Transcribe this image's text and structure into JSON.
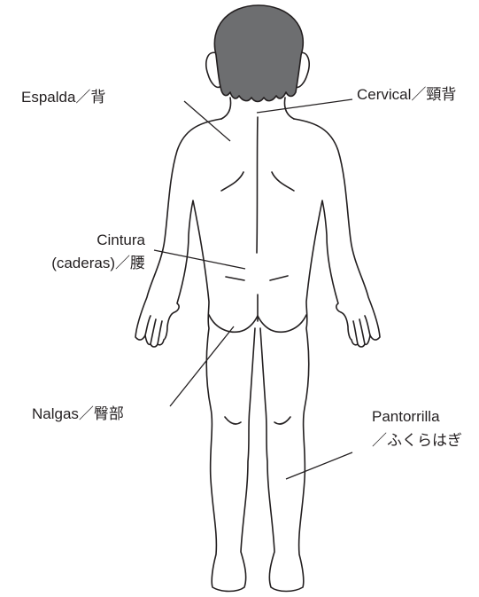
{
  "labels": {
    "espalda": "Espalda／背",
    "cervical": "Cervical／頸背",
    "cintura_line1": "Cintura",
    "cintura_line2": "(caderas)／腰",
    "nalgas": "Nalgas／臀部",
    "pantorrilla_line1": "Pantorrilla",
    "pantorrilla_line2": "／ふくらはぎ"
  },
  "colors": {
    "hair": "#6d6e70",
    "line": "#231f20"
  }
}
